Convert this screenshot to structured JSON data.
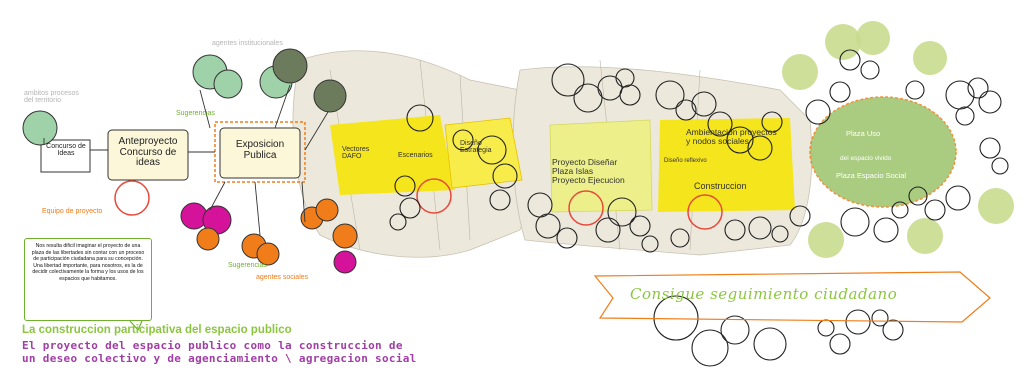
{
  "labels": {
    "actores_top": "agentes institucionales",
    "actores_left": "ambitos procesos\ndel territorio",
    "concurso_ideas_box": "Concurso de\nIdeas",
    "anteproyecto": "Anteproyecto\nConcurso de\nideas",
    "exposicion": "Exposicion\nPublica",
    "sugerencias_top": "Sugerencias",
    "equipo": "Equipo de proyecto",
    "sugerencias_bottom": "Sugerencias",
    "agentes_sociales": "agentes sociales",
    "vectores": "Vectores\nDAFO",
    "escenarios": "Escenarios",
    "diseno": "Diseño\nEstrategia",
    "proyecto": "Proyecto Diseñar\nPlaza Islas\nProyecto Ejecucion",
    "ambientacion": "Ambientacion proyectos\ny nodos sociales",
    "diseno_reflexivo": "Diseño reflexivo",
    "construccion": "Construccion",
    "plaza_uso": "Plaza Uso",
    "espacio_vivo": "del espacio vivido",
    "plaza_espacio": "Plaza Espacio Social",
    "slogan": "Consigue seguimiento ciudadano"
  },
  "quote": "Nos resulta dificil imaginar el proyecto de una plaza de las libertades sin contar con un proceso de participación ciudadana para su concepción.\nUna libertad importante, para nosotros, es la de decidir colectivamente la forma y los usos de los espacios que habitamos.",
  "title_green": "La construccion participativa del espacio publico",
  "title_purple": "El proyecto del espacio publico como la construccion de\nun deseo colectivo y de agenciamiento \\ agregacion social",
  "colors": {
    "accent_green": "#8cc63f",
    "yellow": "#f5e51d",
    "orange": "#f07d1a",
    "magenta": "#d4139a",
    "red_outline": "#e8493a",
    "teal_circle": "#9fd2a8",
    "dark_circle": "#6b7b5b"
  }
}
